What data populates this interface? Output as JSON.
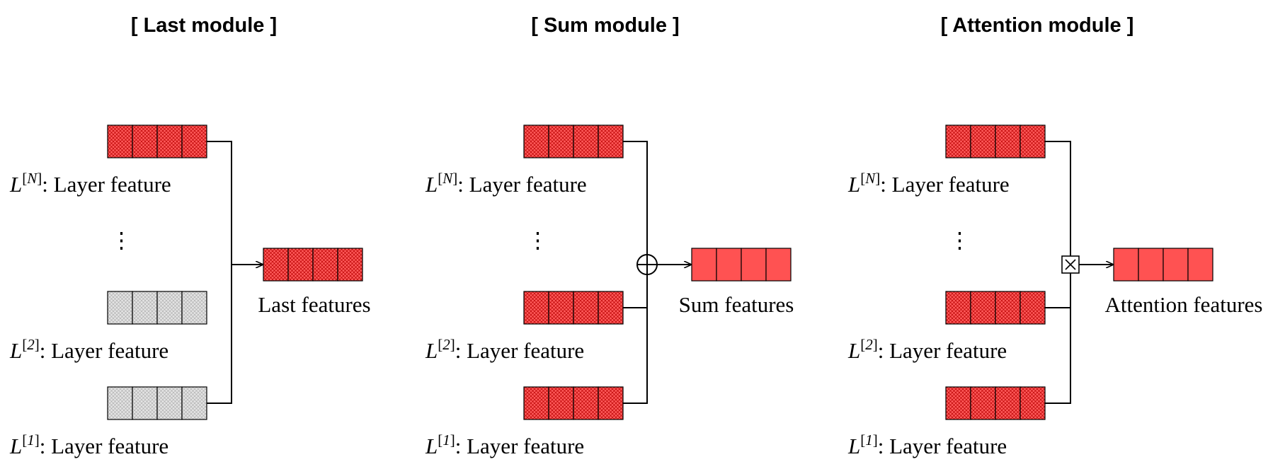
{
  "modules": [
    {
      "id": "last",
      "title": "[ Last module ]",
      "combine_op": "none",
      "layers": [
        {
          "symbol": "L",
          "index": "N",
          "caption": ": Layer feature",
          "active": true
        },
        {
          "symbol": "L",
          "index": "2",
          "caption": ": Layer feature",
          "active": false
        },
        {
          "symbol": "L",
          "index": "1",
          "caption": ": Layer feature",
          "active": false
        }
      ],
      "ellipsis": "⋮",
      "output_label": "Last features",
      "output_style": "hatched"
    },
    {
      "id": "sum",
      "title": "[ Sum module ]",
      "combine_op": "sum",
      "combine_glyph": "⊕",
      "layers": [
        {
          "symbol": "L",
          "index": "N",
          "caption": ": Layer feature",
          "active": true
        },
        {
          "symbol": "L",
          "index": "2",
          "caption": ": Layer feature",
          "active": true
        },
        {
          "symbol": "L",
          "index": "1",
          "caption": ": Layer feature",
          "active": true
        }
      ],
      "ellipsis": "⋮",
      "output_label": "Sum features",
      "output_style": "solid"
    },
    {
      "id": "attention",
      "title": "[ Attention module ]",
      "combine_op": "attention",
      "combine_glyph": "⊠",
      "layers": [
        {
          "symbol": "L",
          "index": "N",
          "caption": ": Layer feature",
          "active": true
        },
        {
          "symbol": "L",
          "index": "2",
          "caption": ": Layer feature",
          "active": true
        },
        {
          "symbol": "L",
          "index": "1",
          "caption": ": Layer feature",
          "active": true
        }
      ],
      "ellipsis": "⋮",
      "output_label": "Attention features",
      "output_style": "solid"
    }
  ],
  "colors": {
    "active_fill": "#ff5252",
    "inactive_fill": "#d9d9d9",
    "stroke": "#000000"
  }
}
